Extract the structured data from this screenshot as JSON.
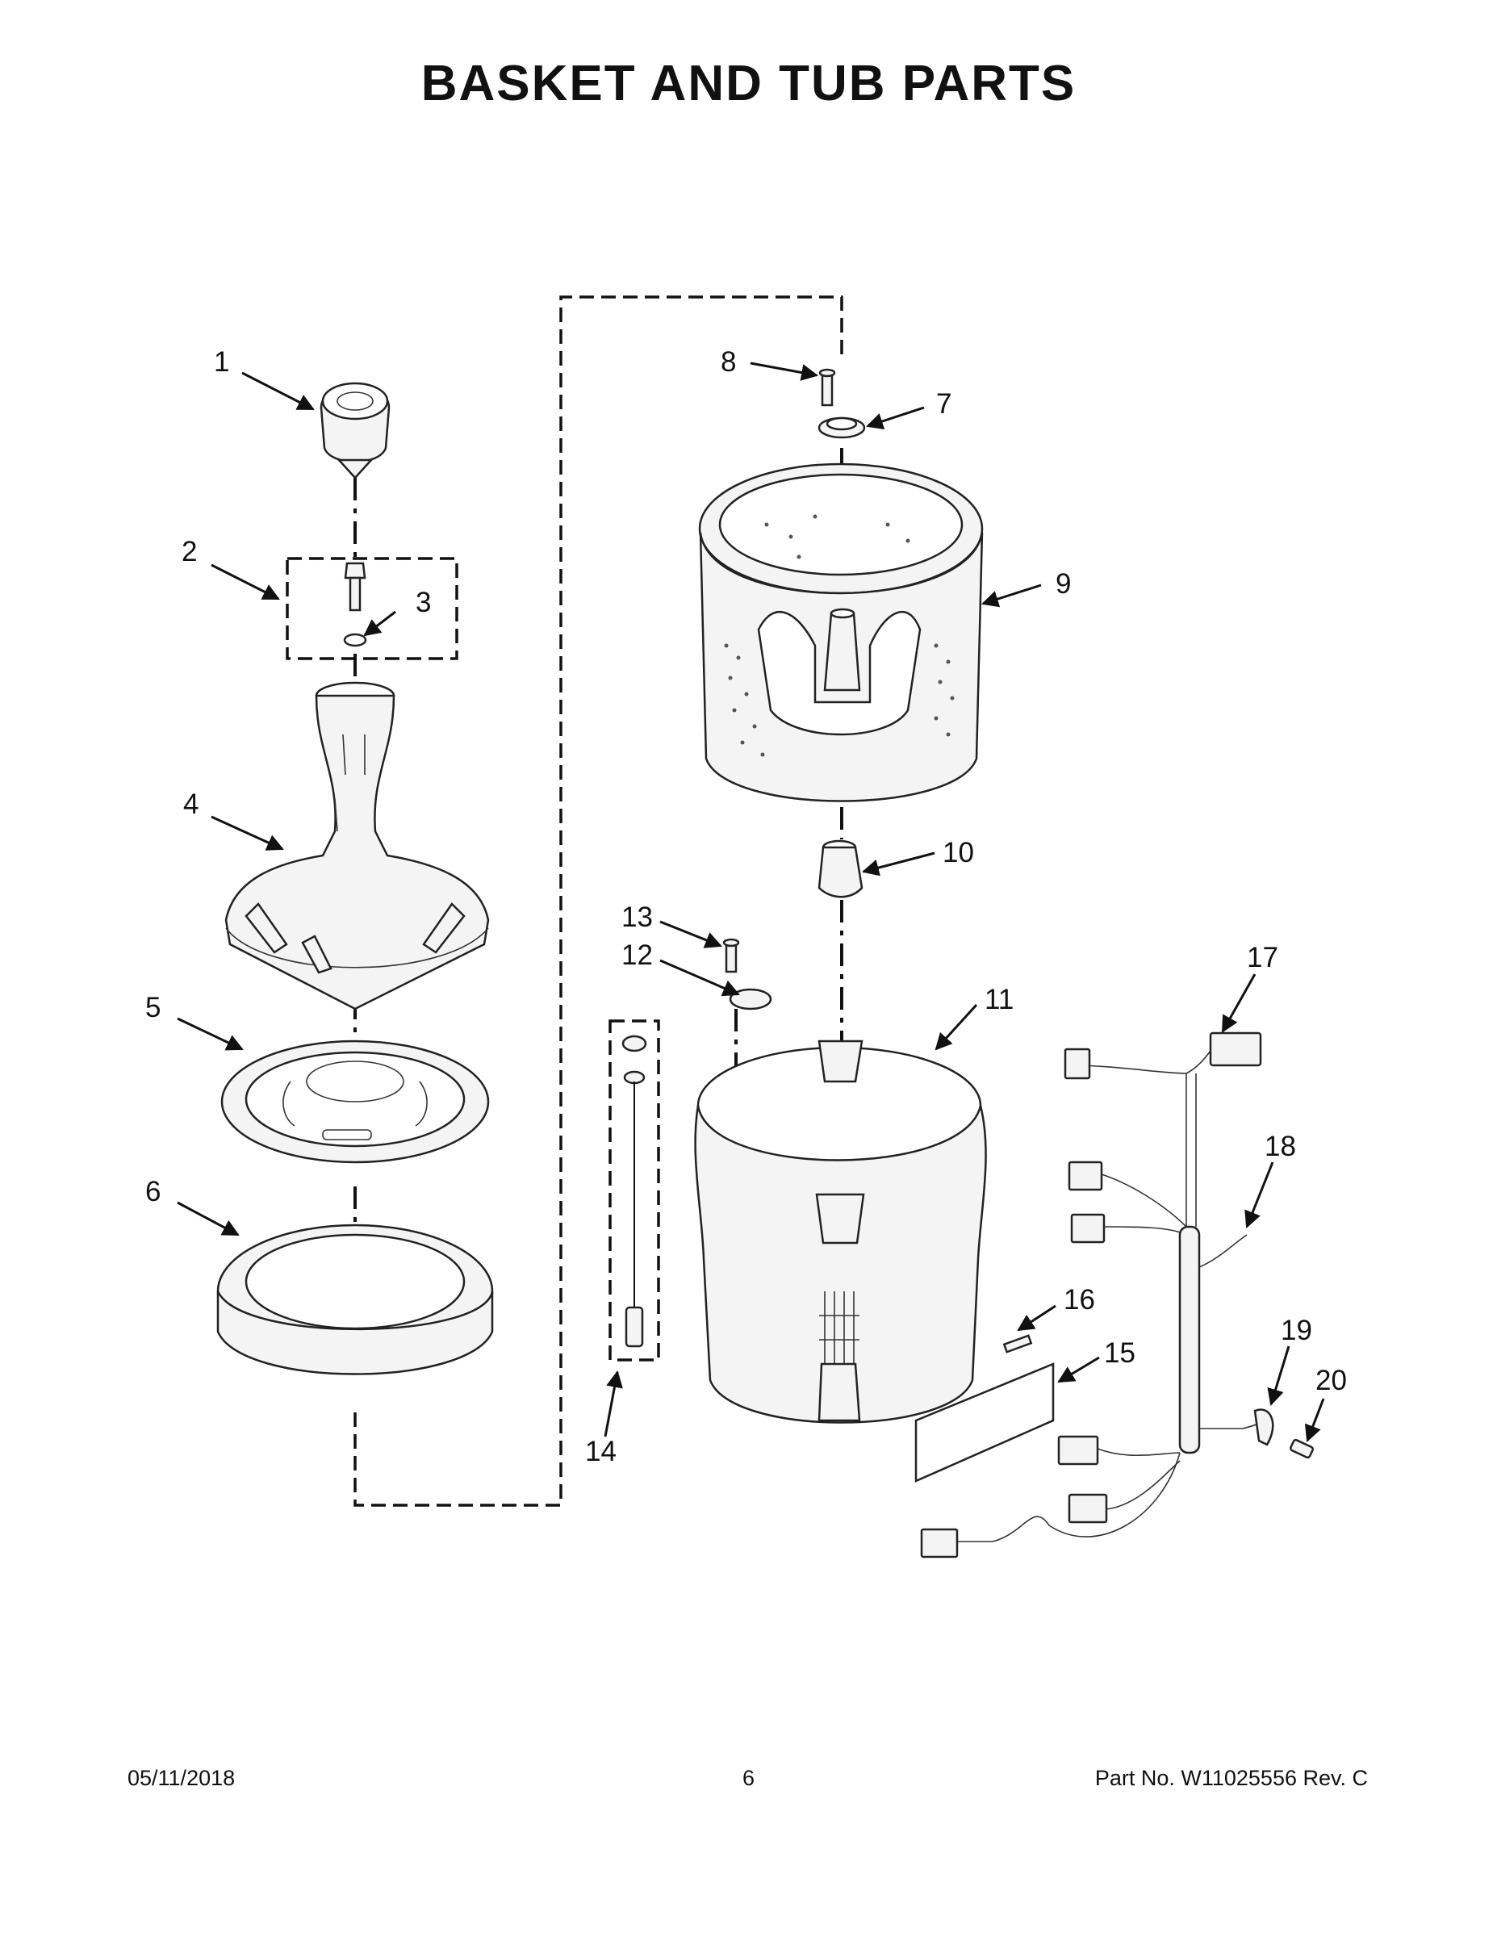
{
  "title": "BASKET AND TUB PARTS",
  "footer": {
    "date": "05/11/2018",
    "page_number": "6",
    "part_number": "Part No.  W11025556  Rev.  C"
  },
  "callouts": [
    "1",
    "2",
    "3",
    "4",
    "5",
    "6",
    "7",
    "8",
    "9",
    "10",
    "11",
    "12",
    "13",
    "14",
    "15",
    "16",
    "17",
    "18",
    "19",
    "20"
  ]
}
